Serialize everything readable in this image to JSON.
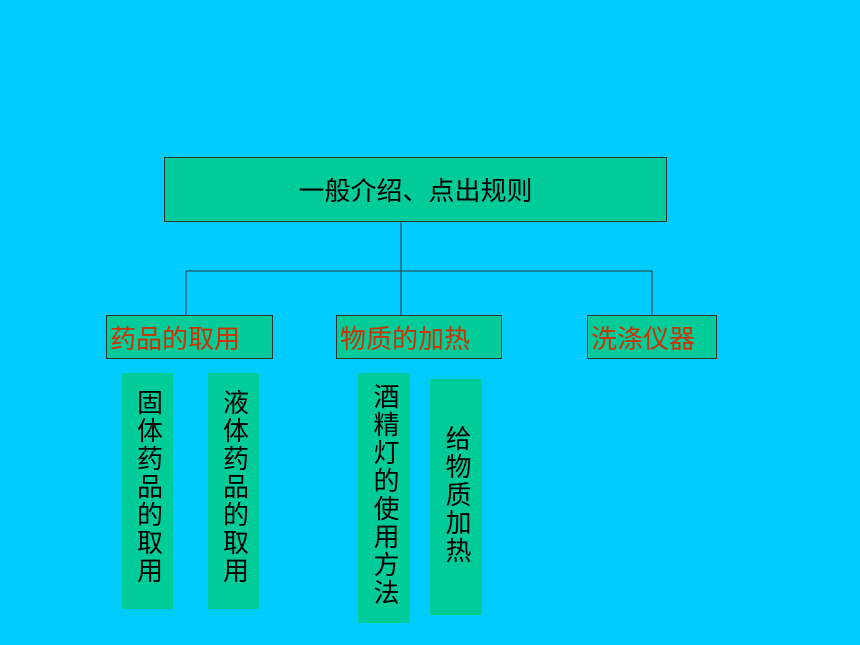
{
  "root": {
    "label": "一般介绍、点出规则"
  },
  "categories": [
    {
      "label": "药品的取用"
    },
    {
      "label": "物质的加热"
    },
    {
      "label": "洗涤仪器"
    }
  ],
  "leaves": [
    {
      "label": "固体药品的取用"
    },
    {
      "label": "液体药品的取用"
    },
    {
      "label": "酒精灯的使用方法"
    },
    {
      "label": "给物质加热"
    }
  ],
  "colors": {
    "background": "#00CCFF",
    "box_fill": "#00CC99",
    "category_text": "#CC3300",
    "connector": "#333333"
  }
}
